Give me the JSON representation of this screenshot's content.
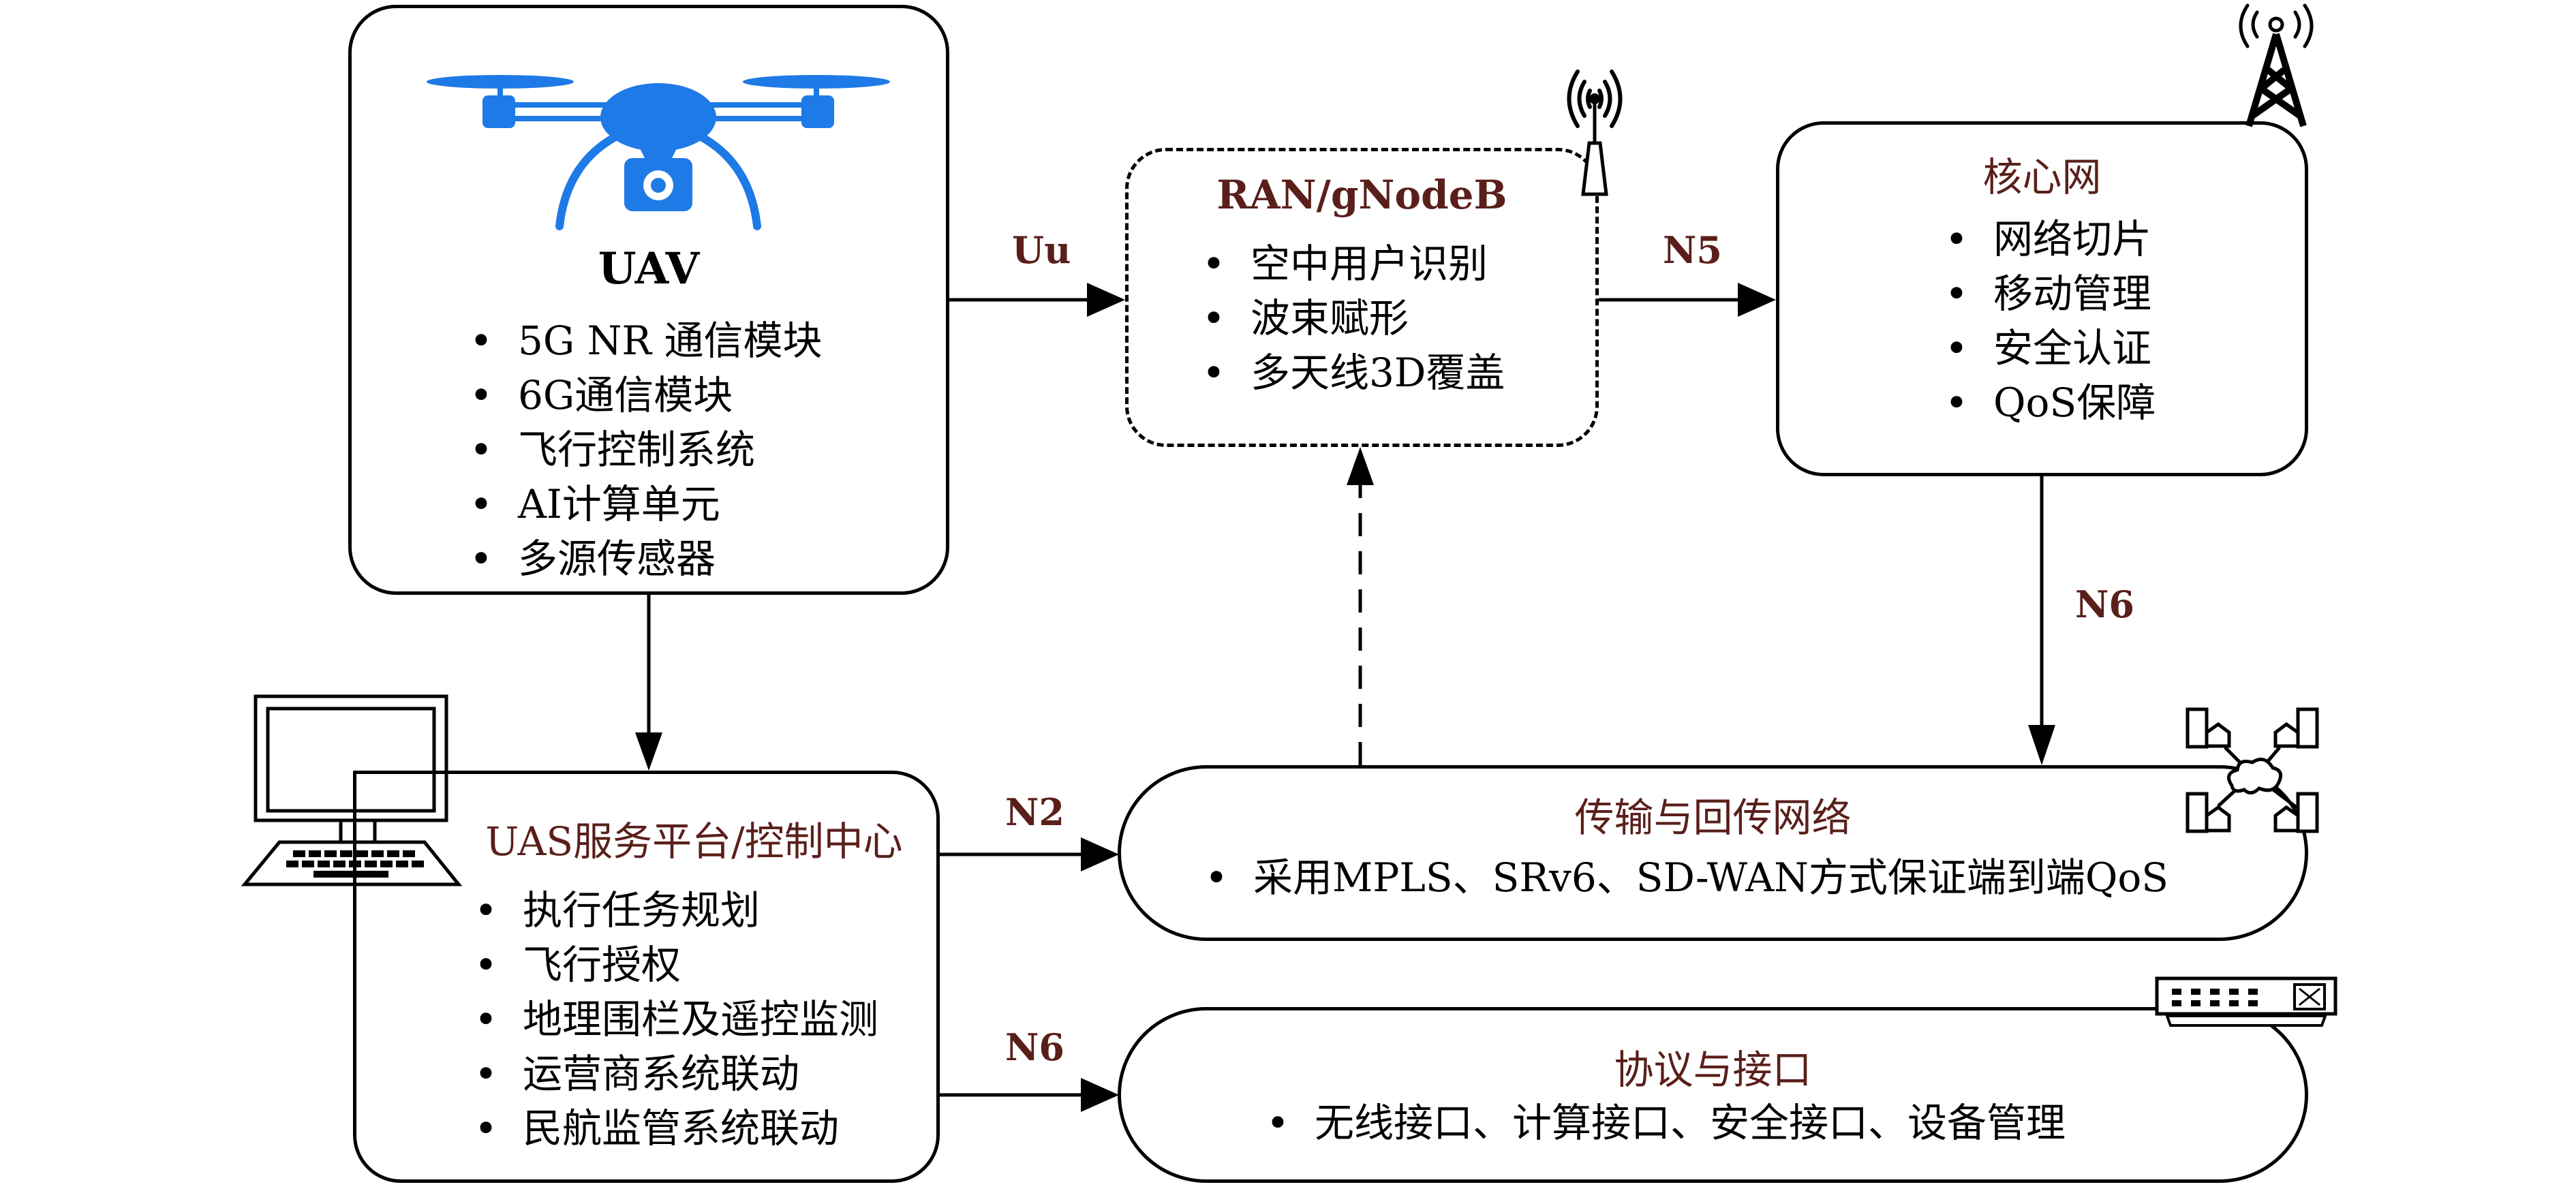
{
  "diagram": {
    "colors": {
      "title": "#5a1f1a",
      "drone": "#1e7ae6",
      "line": "#000000"
    },
    "nodes": {
      "uav": {
        "title": "UAV",
        "icon": "drone-icon",
        "items": [
          "5G NR 通信模块",
          "6G通信模块",
          "飞行控制系统",
          "AI计算单元",
          "多源传感器"
        ]
      },
      "ran": {
        "title": "RAN/gNodeB",
        "icon": "antenna-tower-icon",
        "items": [
          "空中用户识别",
          "波束赋形",
          "多天线3D覆盖"
        ]
      },
      "core": {
        "title": "核心网",
        "icon": "cell-tower-icon",
        "items": [
          "网络切片",
          "移动管理",
          "安全认证",
          "QoS保障"
        ]
      },
      "uas": {
        "title": "UAS服务平台/控制中心",
        "icon": "computer-icon",
        "items": [
          "执行任务规划",
          "飞行授权",
          "地理围栏及遥控监测",
          "运营商系统联动",
          "民航监管系统联动"
        ]
      },
      "transport": {
        "title": "传输与回传网络",
        "icon": "network-cloud-icon",
        "items": [
          "采用MPLS、SRv6、SD-WAN方式保证端到端QoS"
        ]
      },
      "protocol": {
        "title": "协议与接口",
        "icon": "network-switch-icon",
        "items": [
          "无线接口、计算接口、安全接口、设备管理"
        ]
      }
    },
    "edges": {
      "uav_ran": "Uu",
      "ran_core": "N5",
      "core_transport": "N6",
      "uas_transport": "N2",
      "uas_protocol": "N6"
    }
  }
}
